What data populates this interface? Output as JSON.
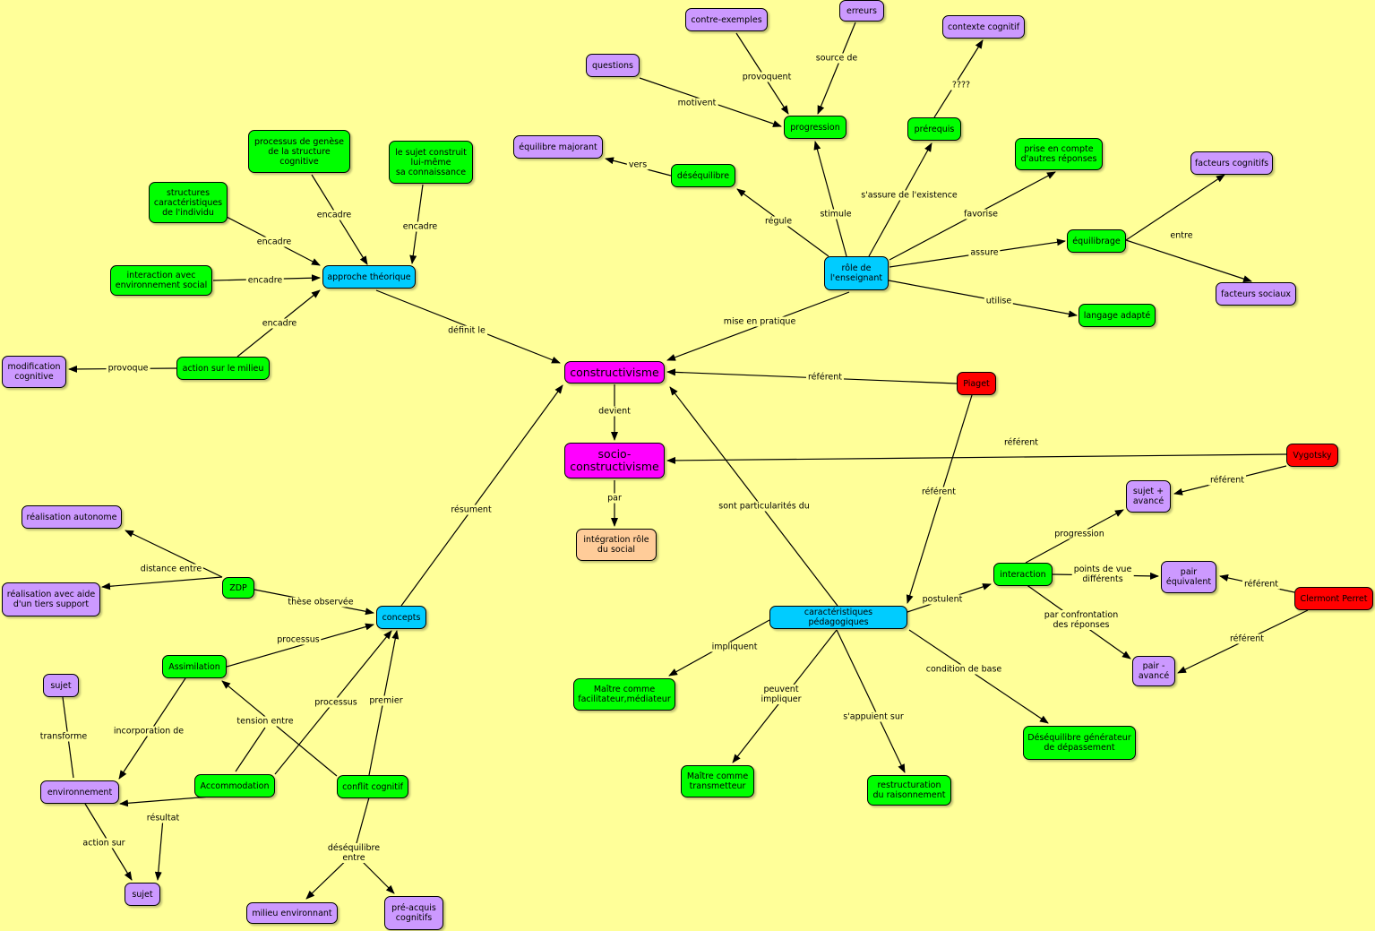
{
  "colors": {
    "background": "#ffff99",
    "magenta": "#ff00ff",
    "cyan": "#00ccff",
    "green": "#00ff00",
    "lavender": "#cc99ff",
    "red": "#ff0000",
    "peach": "#ffcc99"
  },
  "nodes": [
    {
      "id": "constructivisme",
      "text": "constructivisme",
      "color": "magenta"
    },
    {
      "id": "socio",
      "text": "socio-\nconstructivisme",
      "color": "magenta"
    },
    {
      "id": "integration",
      "text": "intégration rôle\ndu social",
      "color": "peach"
    },
    {
      "id": "approche",
      "text": "approche théorique",
      "color": "cyan"
    },
    {
      "id": "role",
      "text": "rôle de\nl'enseignant",
      "color": "cyan"
    },
    {
      "id": "concepts",
      "text": "concepts",
      "color": "cyan"
    },
    {
      "id": "caracteristiques",
      "text": "caractéristiques pédagogiques",
      "color": "cyan"
    },
    {
      "id": "piaget",
      "text": "Piaget",
      "color": "red"
    },
    {
      "id": "vygotsky",
      "text": "Vygotsky",
      "color": "red"
    },
    {
      "id": "clermont",
      "text": "Clermont Perret",
      "color": "red"
    },
    {
      "id": "processus_genese",
      "text": "processus de genèse\nde la structure\ncognitive",
      "color": "green"
    },
    {
      "id": "sujet_construit",
      "text": "le sujet construit\nlui-même\nsa connaissance",
      "color": "green"
    },
    {
      "id": "structures",
      "text": "structures\ncaractéristiques\nde l'individu",
      "color": "green"
    },
    {
      "id": "interaction_env",
      "text": "interaction avec\nenvironnement social",
      "color": "green"
    },
    {
      "id": "action_milieu",
      "text": "action sur le milieu",
      "color": "green"
    },
    {
      "id": "modification",
      "text": "modification\ncognitive",
      "color": "lavender"
    },
    {
      "id": "contre_exemples",
      "text": "contre-exemples",
      "color": "lavender"
    },
    {
      "id": "erreurs",
      "text": "erreurs",
      "color": "lavender"
    },
    {
      "id": "contexte",
      "text": "contexte cognitif",
      "color": "lavender"
    },
    {
      "id": "questions",
      "text": "questions",
      "color": "lavender"
    },
    {
      "id": "progression",
      "text": "progression",
      "color": "green"
    },
    {
      "id": "prerequis",
      "text": "prérequis",
      "color": "green"
    },
    {
      "id": "equilibre_majorant",
      "text": "équilibre majorant",
      "color": "lavender"
    },
    {
      "id": "desequilibre",
      "text": "déséquilibre",
      "color": "green"
    },
    {
      "id": "prise_compte",
      "text": "prise en compte\nd'autres réponses",
      "color": "green"
    },
    {
      "id": "facteurs_cog",
      "text": "facteurs cognitifs",
      "color": "lavender"
    },
    {
      "id": "equilibrage",
      "text": "équilibrage",
      "color": "green"
    },
    {
      "id": "facteurs_soc",
      "text": "facteurs sociaux",
      "color": "lavender"
    },
    {
      "id": "langage",
      "text": "langage adapté",
      "color": "green"
    },
    {
      "id": "realisation_auto",
      "text": "réalisation autonome",
      "color": "lavender"
    },
    {
      "id": "zdp",
      "text": "ZDP",
      "color": "green"
    },
    {
      "id": "realisation_aide",
      "text": "réalisation avec aide\nd'un tiers support",
      "color": "lavender"
    },
    {
      "id": "assimilation",
      "text": "Assimilation",
      "color": "green"
    },
    {
      "id": "sujet1",
      "text": "sujet",
      "color": "lavender"
    },
    {
      "id": "environnement",
      "text": "environnement",
      "color": "lavender"
    },
    {
      "id": "accommodation",
      "text": "Accommodation",
      "color": "green"
    },
    {
      "id": "conflit",
      "text": "conflit cognitif",
      "color": "green"
    },
    {
      "id": "sujet2",
      "text": "sujet",
      "color": "lavender"
    },
    {
      "id": "milieu_env",
      "text": "milieu environnant",
      "color": "lavender"
    },
    {
      "id": "preacquis",
      "text": "pré-acquis\ncognitifs",
      "color": "lavender"
    },
    {
      "id": "sujet_avance",
      "text": "sujet +\navancé",
      "color": "lavender"
    },
    {
      "id": "interaction",
      "text": "interaction",
      "color": "green"
    },
    {
      "id": "pair_equivalent",
      "text": "pair\néquivalent",
      "color": "lavender"
    },
    {
      "id": "pair_avance",
      "text": "pair -\navancé",
      "color": "lavender"
    },
    {
      "id": "maitre_facilitateur",
      "text": "Maître comme\nfacilitateur,médiateur",
      "color": "green"
    },
    {
      "id": "desequilibre_gen",
      "text": "Déséquilibre générateur\nde dépassement",
      "color": "green"
    },
    {
      "id": "maitre_transmetteur",
      "text": "Maître comme\ntransmetteur",
      "color": "green"
    },
    {
      "id": "restructuration",
      "text": "restructuration\ndu raisonnement",
      "color": "green"
    }
  ],
  "edge_labels": [
    "définit le",
    "mise en pratique",
    "référent",
    "devient",
    "référent",
    "par",
    "résument",
    "sont particularités du",
    "référent",
    "encadre",
    "encadre",
    "encadre",
    "encadre",
    "encadre",
    "provoque",
    "provoquent",
    "source de",
    "????",
    "motivent",
    "vers",
    "régule",
    "stimule",
    "s'assure de l'existence",
    "favorise",
    "assure",
    "entre",
    "utilise",
    "distance entre",
    "thèse observée",
    "processus",
    "processus",
    "premier",
    "tension entre",
    "incorporation de",
    "transforme",
    "résultat",
    "action sur",
    "déséquilibre\nentre",
    "référent",
    "progression",
    "points de vue\ndifférents",
    "par confrontation\ndes réponses",
    "référent",
    "référent",
    "postulent",
    "impliquent",
    "condition de base",
    "peuvent\nimpliquer",
    "s'appuient sur"
  ]
}
